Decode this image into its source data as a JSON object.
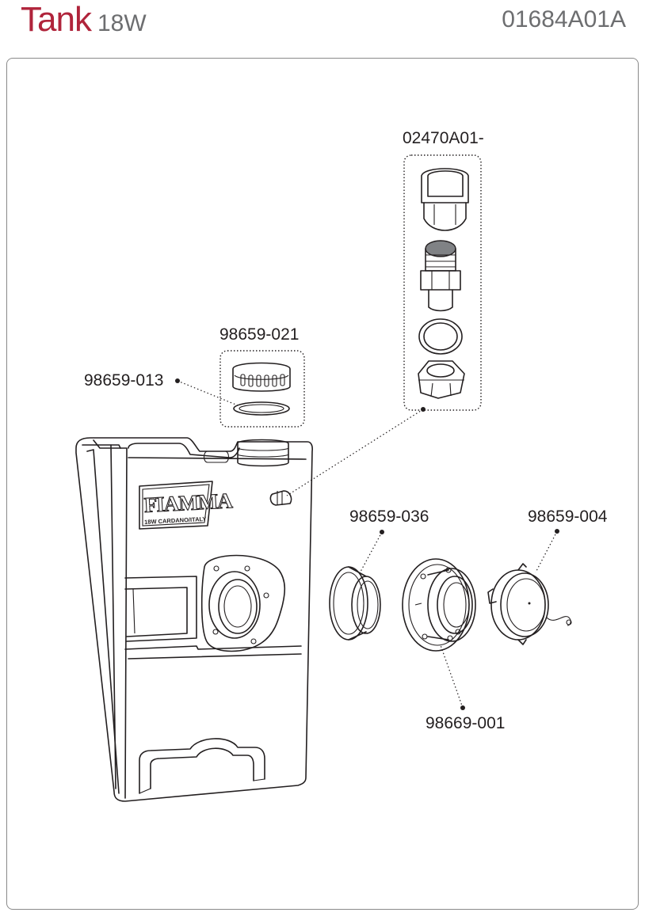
{
  "header": {
    "title": "Tank",
    "subtitle": "18W",
    "code": "01684A01A"
  },
  "parts": {
    "drain_valve_kit": "02470A01-",
    "cap_kit": "98659-021",
    "cap_gasket": "98659-013",
    "flange_ring": "98659-036",
    "flange_plate": "98669-001",
    "flange_cap": "98659-004"
  },
  "logo": {
    "brand": "FIAMMA",
    "model": "18W CARDANO/ITALY"
  }
}
